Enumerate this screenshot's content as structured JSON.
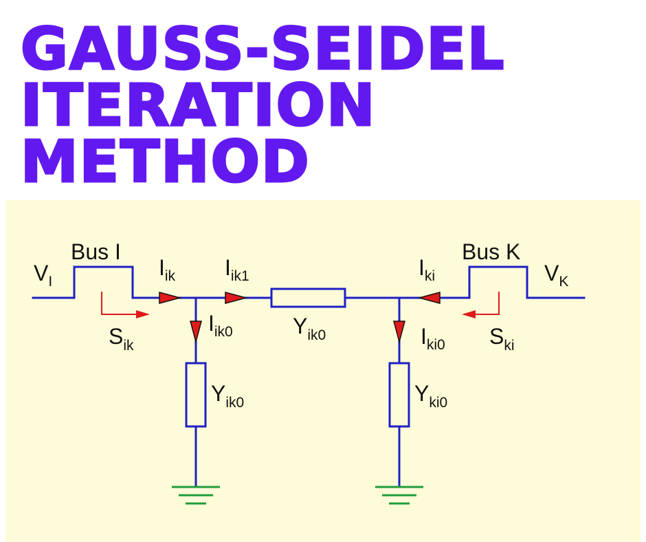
{
  "title": {
    "lines": [
      "GAUSS-SEIDEL",
      "ITERATION",
      "METHOD"
    ]
  },
  "colors": {
    "title": "#6219f0",
    "panel_background": "#fefbd8",
    "wire": "#1d20c4",
    "arrow": "#e01b1b",
    "ground": "#1e9d3a"
  },
  "diagram": {
    "bus_i": "Bus I",
    "bus_k": "Bus K",
    "v_i": {
      "base": "V",
      "sub": "I"
    },
    "v_k": {
      "base": "V",
      "sub": "K"
    },
    "i_ik": {
      "base": "I",
      "sub": "ik"
    },
    "i_ik1": {
      "base": "I",
      "sub": "ik1"
    },
    "i_ki": {
      "base": "I",
      "sub": "ki"
    },
    "i_ik0": {
      "base": "I",
      "sub": "ik0"
    },
    "i_ki0": {
      "base": "I",
      "sub": "ki0"
    },
    "s_ik": {
      "base": "S",
      "sub": "ik"
    },
    "s_ki": {
      "base": "S",
      "sub": "ki"
    },
    "y_series": {
      "base": "Y",
      "sub": "ik0"
    },
    "y_shunt_i": {
      "base": "Y",
      "sub": "ik0"
    },
    "y_shunt_k": {
      "base": "Y",
      "sub": "ki0"
    }
  }
}
